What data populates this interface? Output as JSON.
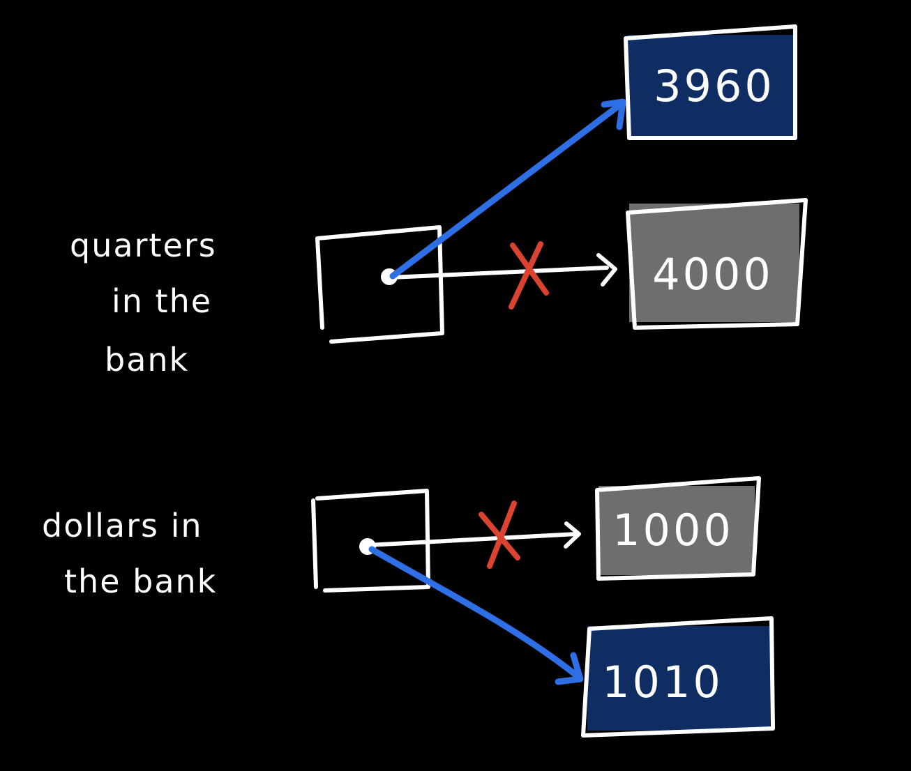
{
  "colors": {
    "background": "#000000",
    "ink": "#ffffff",
    "current_value_fill": "#0f2d63",
    "old_value_fill": "#6e6e6e",
    "current_pointer": "#2f6fe6",
    "crossed_out_mark": "#d9432f"
  },
  "variables": [
    {
      "name_lines": [
        "quarters",
        "in the",
        "bank"
      ],
      "old_value": "4000",
      "new_value": "3960"
    },
    {
      "name_lines": [
        "dollars in",
        "the bank"
      ],
      "old_value": "1000",
      "new_value": "1010"
    }
  ]
}
